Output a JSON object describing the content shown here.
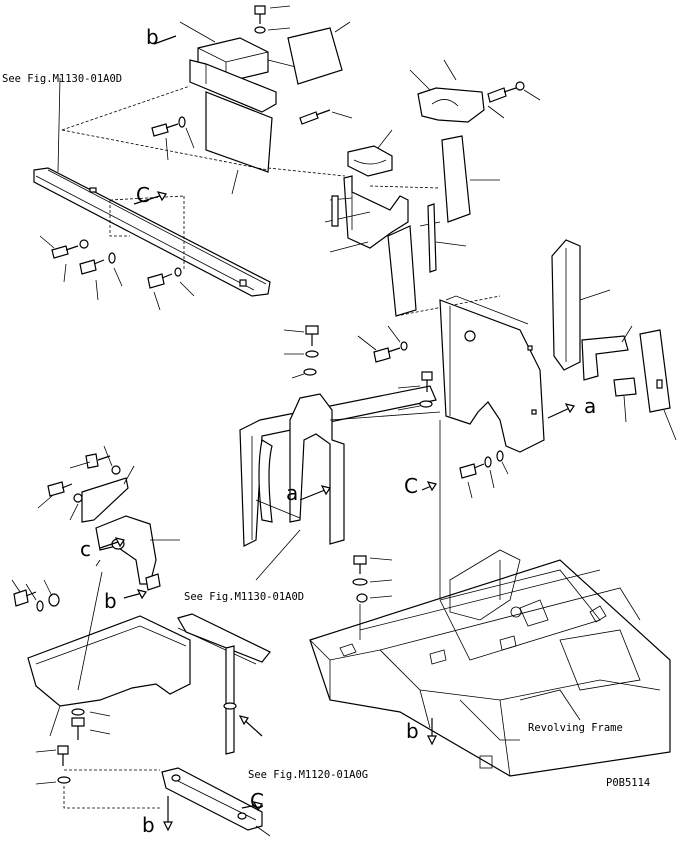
{
  "references": {
    "ref1": "See Fig.M1130-01A0D",
    "ref2": "See Fig.M1130-01A0D",
    "ref3": "See Fig.M1120-01A0G"
  },
  "labels": {
    "revolving_frame": "Revolving Frame",
    "drawing_number": "P0B5114"
  },
  "callout_letters": {
    "b": "b",
    "c": "c",
    "C": "C",
    "a": "a"
  }
}
